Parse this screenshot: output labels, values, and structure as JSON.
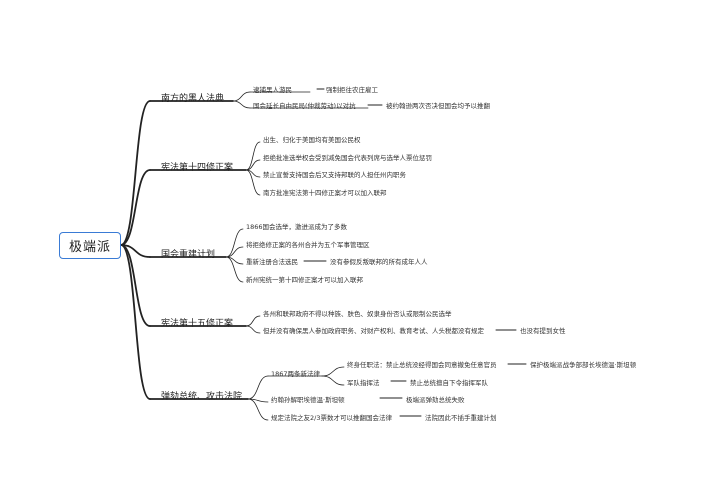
{
  "root": "极端派",
  "branches": [
    {
      "label": "南方的黑人法典",
      "children": [
        {
          "label": "逮捕黑人游民",
          "note": "强制拒往农庄雇工"
        },
        {
          "label": "国会延长自由民局(仲裁劳动)以对抗",
          "note": "被约翰逊两次否决但国会均予以推翻"
        }
      ]
    },
    {
      "label": "宪法第十四修正案",
      "children": [
        {
          "label": "出生、归化于美国均有美国公民权"
        },
        {
          "label": "拒绝批准选举权会受到减免国会代表列席与选举人票位惩罚"
        },
        {
          "label": "禁止宣誓支持国会后又支持邦联的人担任州内职务"
        },
        {
          "label": "南方批准宪法第十四修正案才可以加入联邦"
        }
      ]
    },
    {
      "label": "国会重建计划",
      "children": [
        {
          "label": "1866国会选举，激进派成为了多数"
        },
        {
          "label": "将拒绝修正案的各州合并为五个军事管理区"
        },
        {
          "label": "重新注册合法选民",
          "note": "没有参假反叛联邦的所有成年人人"
        },
        {
          "label": "新州宪统一第十四修正案才可以加入联邦"
        }
      ]
    },
    {
      "label": "宪法第十五修正案",
      "children": [
        {
          "label": "各州和联邦政府不得以种族、肤色、奴隶身份否认或限制公民选举"
        },
        {
          "label": "但并没有确保黑人参加政府职务、对财产权利、教育考试、人头税都没有规定",
          "note": "也没有提到女性"
        }
      ]
    },
    {
      "label": "弹劾总统、攻击法院",
      "children": [
        {
          "label": "1867两条新法律",
          "children": [
            {
              "label": "终身任职法：禁止总统没经得国会同意撤免任意官员",
              "note": "保护极端派战争部部长埃德温·斯坦顿"
            },
            {
              "label": "军队指挥法",
              "note": "禁止总统擅自下令指挥军队"
            }
          ]
        },
        {
          "label": "约翰孙解职埃德温·斯坦顿",
          "note": "极端派弹劾总统失败"
        },
        {
          "label": "规定法院之友2/3票数才可以推翻国会法律",
          "note": "法院因此不插手重建计划"
        }
      ]
    }
  ],
  "colors": {
    "root_border": "#3a7bd5",
    "line": "#222222"
  }
}
